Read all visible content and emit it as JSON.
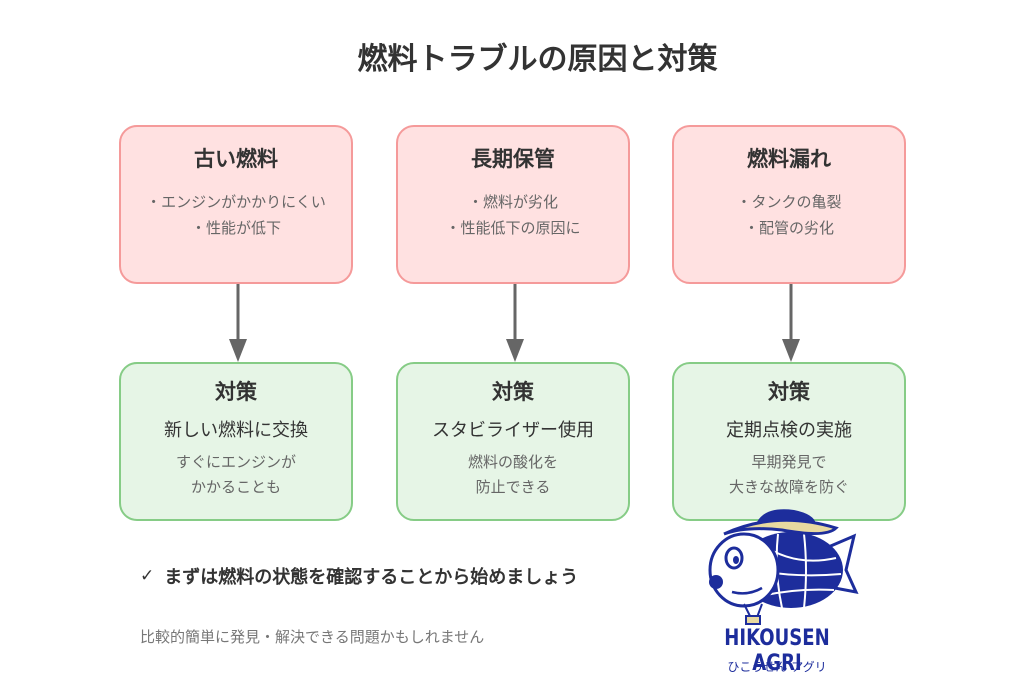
{
  "title": "燃料トラブルの原因と対策",
  "causes": [
    {
      "title": "古い燃料",
      "lines": [
        "・エンジンがかかりにくい",
        "・性能が低下"
      ]
    },
    {
      "title": "長期保管",
      "lines": [
        "・燃料が劣化",
        "・性能低下の原因に"
      ]
    },
    {
      "title": "燃料漏れ",
      "lines": [
        "・タンクの亀裂",
        "・配管の劣化"
      ]
    }
  ],
  "measures": [
    {
      "title": "対策",
      "main": "新しい燃料に交換",
      "sub": [
        "すぐにエンジンが",
        "かかることも"
      ]
    },
    {
      "title": "対策",
      "main": "スタビライザー使用",
      "sub": [
        "燃料の酸化を",
        "防止できる"
      ]
    },
    {
      "title": "対策",
      "main": "定期点検の実施",
      "sub": [
        "早期発見で",
        "大きな故障を防ぐ"
      ]
    }
  ],
  "checkpoint": {
    "icon": "✓",
    "text": "まずは燃料の状態を確認することから始めましょう"
  },
  "note": "比較的簡単に発見・解決できる問題かもしれません",
  "logo": {
    "name": "HIKOUSEN AGRI",
    "kana": "ひこうせん アグリ"
  },
  "colors": {
    "cause_bg": "#ffe1e1",
    "cause_border": "#f59a9a",
    "measure_bg": "#e6f5e6",
    "measure_border": "#86cc86",
    "arrow": "#666666",
    "logo_blue": "#1d2d9c",
    "logo_hat": "#e8d9a0"
  }
}
